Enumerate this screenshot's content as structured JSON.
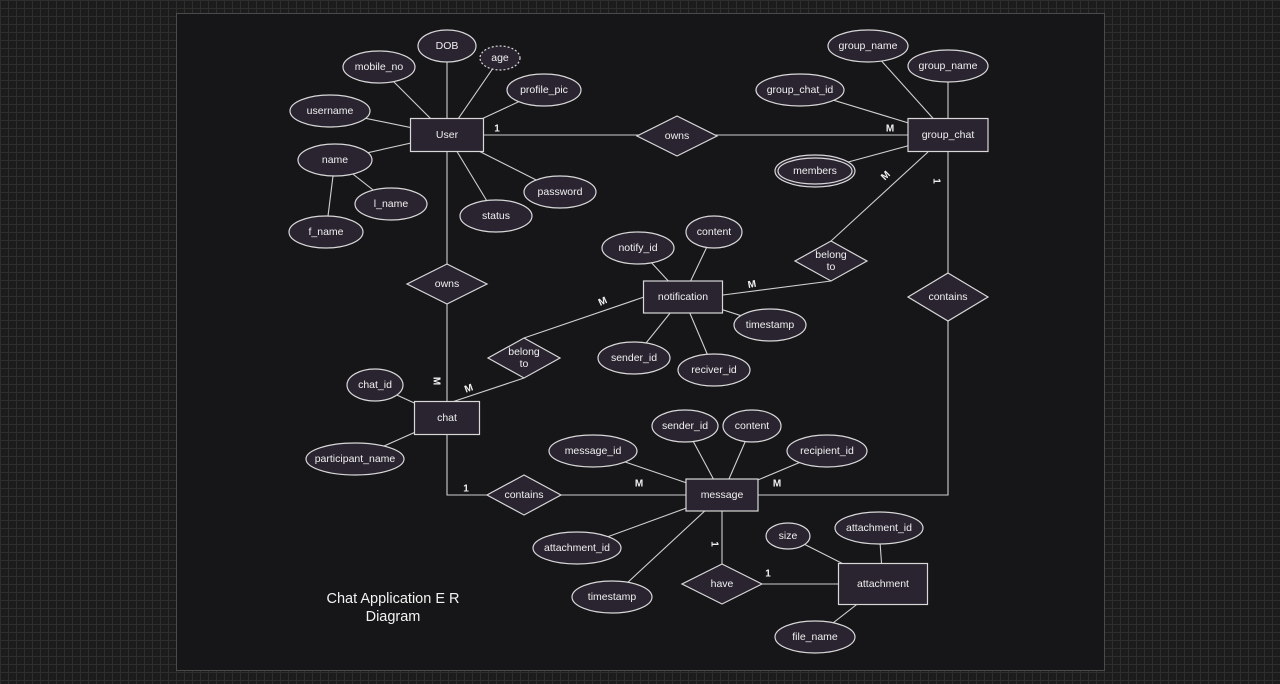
{
  "diagram": {
    "title_line1": "Chat Application E R",
    "title_line2": "Diagram",
    "entities": {
      "user": "User",
      "group_chat": "group_chat",
      "notification": "notification",
      "chat": "chat",
      "message": "message",
      "attachment": "attachment"
    },
    "attributes": {
      "dob": "DOB",
      "age": "age",
      "mobile_no": "mobile_no",
      "profile_pic": "profile_pic",
      "username": "username",
      "name": "name",
      "l_name": "l_name",
      "f_name": "f_name",
      "status": "status",
      "password": "password",
      "group_name_1": "group_name",
      "group_name_2": "group_name",
      "group_chat_id": "group_chat_id",
      "members": "members",
      "notify_id": "notify_id",
      "notif_content": "content",
      "notif_timestamp": "timestamp",
      "notif_sender_id": "sender_id",
      "reciver_id": "reciver_id",
      "chat_id": "chat_id",
      "participant_name": "participant_name",
      "message_id": "message_id",
      "msg_sender_id": "sender_id",
      "msg_content": "content",
      "recipient_id": "recipient_id",
      "msg_attachment_id": "attachment_id",
      "msg_timestamp": "timestamp",
      "size": "size",
      "attachment_id": "attachment_id",
      "file_name": "file_name"
    },
    "relationships": {
      "owns_group": "owns",
      "owns_chat": "owns",
      "belong_group": [
        "belong",
        "to"
      ],
      "belong_chat": [
        "belong",
        "to"
      ],
      "contains_group": "contains",
      "contains_chat": "contains",
      "have": "have"
    },
    "cardinalities": [
      "1",
      "M",
      "M",
      "1",
      "M",
      "M",
      "M",
      "M",
      "1",
      "M",
      "M",
      "1",
      "1"
    ],
    "colors": {
      "shape_fill": "#2a2430",
      "stroke": "#d8d8d8",
      "canvas": "#161618"
    }
  }
}
